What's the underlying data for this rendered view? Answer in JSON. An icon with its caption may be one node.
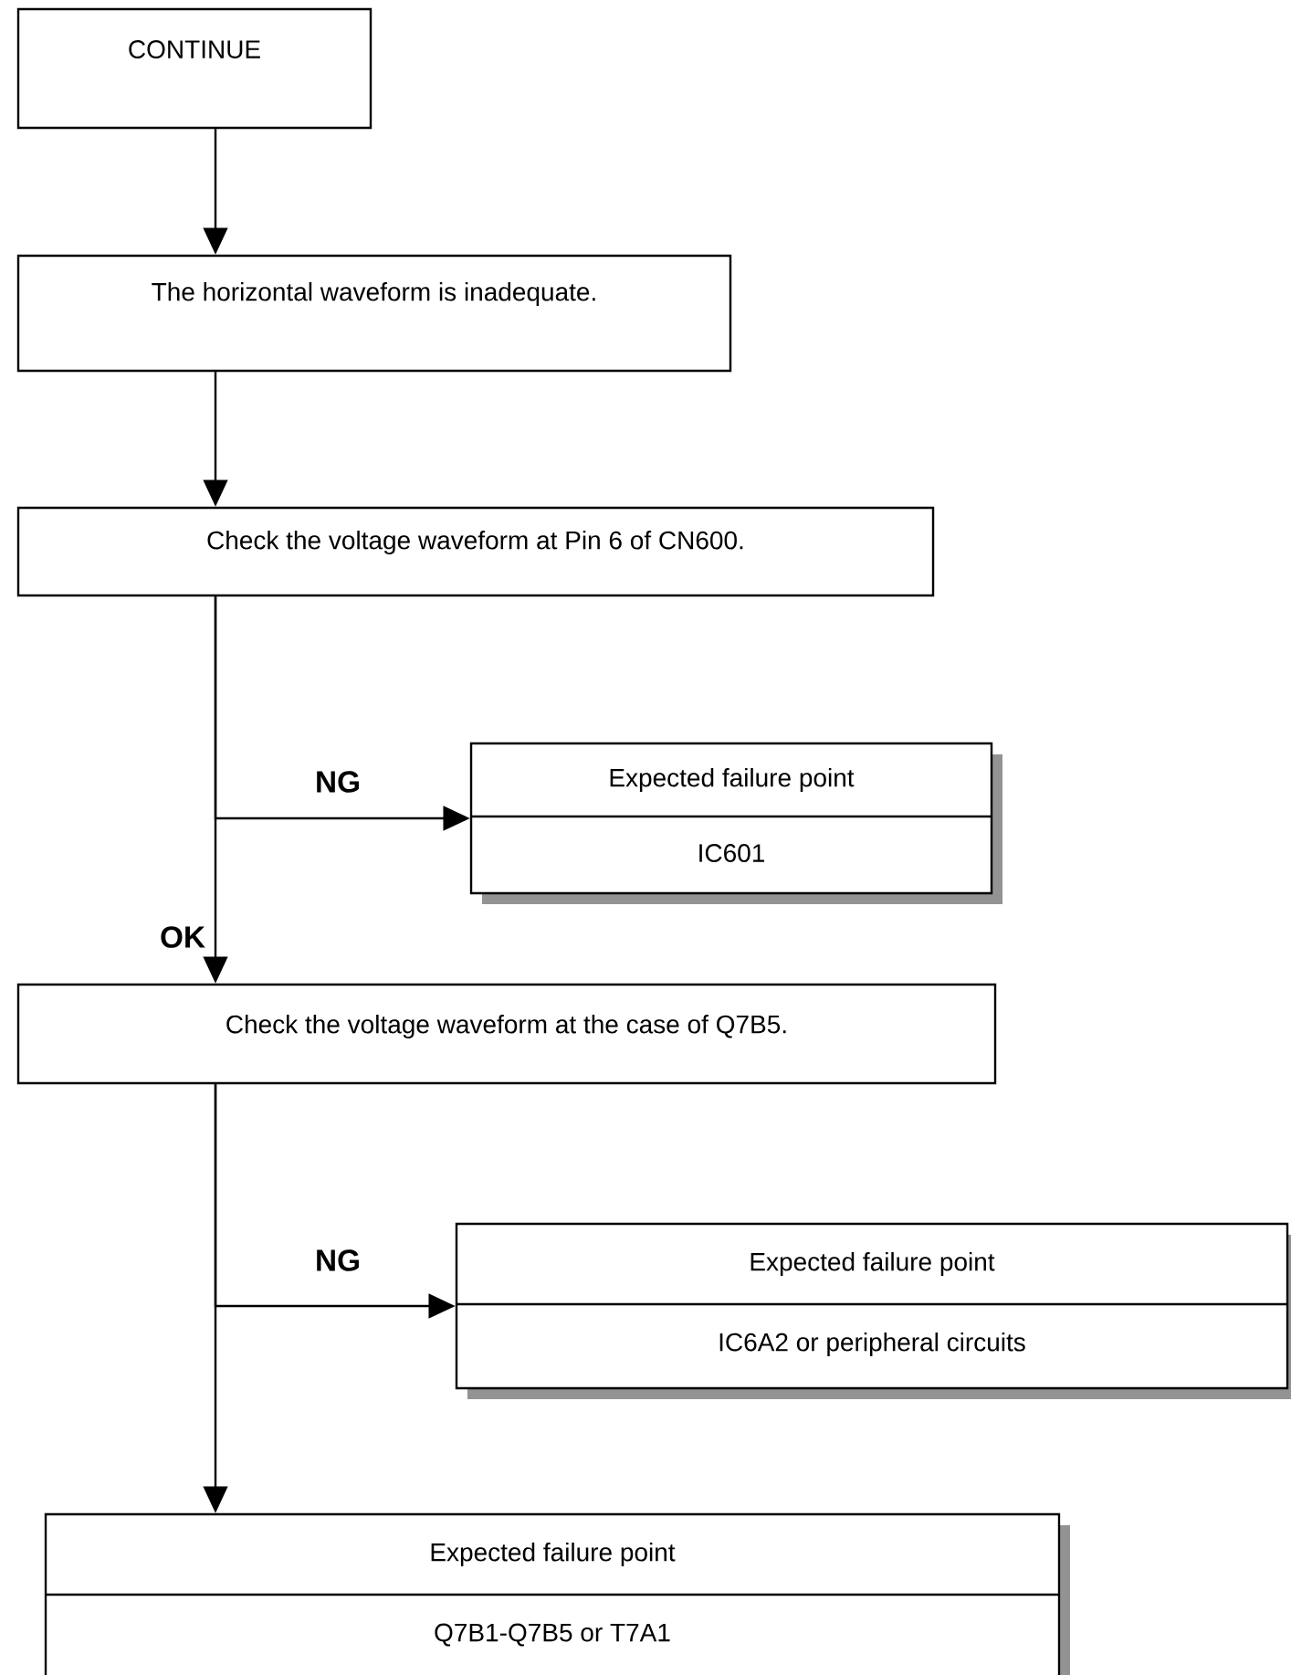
{
  "diagram": {
    "nodes": [
      {
        "text": [
          "CONTINUE"
        ]
      },
      {
        "text": [
          "The horizontal waveform is inadequate."
        ]
      },
      {
        "text": [
          "Check the voltage waveform at Pin 6 of CN600."
        ]
      },
      {
        "text": [
          "Expected failure point",
          "IC601"
        ]
      },
      {
        "text": [
          "Check the voltage waveform at the case of Q7B5."
        ]
      },
      {
        "text": [
          "Expected failure point",
          "IC6A2 or peripheral circuits"
        ]
      },
      {
        "text": [
          "Expected failure point",
          "Q7B1-Q7B5 or T7A1"
        ]
      }
    ],
    "edges": [
      {
        "from": 0,
        "to": 1,
        "arrow": "to"
      },
      {
        "from": 1,
        "to": 2,
        "arrow": "to"
      },
      {
        "from": 2,
        "to": 3,
        "arrow": "to",
        "label": "NG"
      },
      {
        "from": 2,
        "to": 4,
        "arrow": "to",
        "label": "OK"
      },
      {
        "from": 4,
        "to": 5,
        "arrow": "to",
        "label": "NG"
      },
      {
        "from": 4,
        "to": 6,
        "arrow": "to"
      }
    ]
  }
}
